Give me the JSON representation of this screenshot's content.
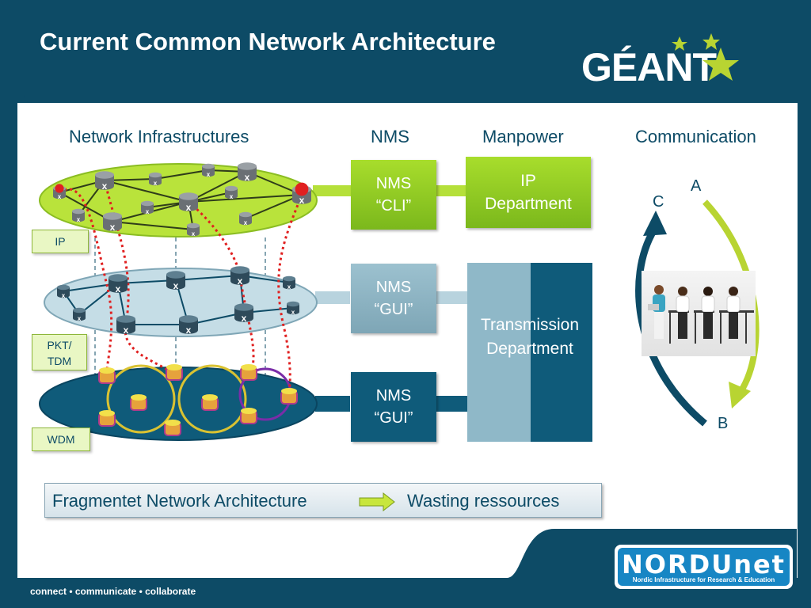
{
  "header": {
    "title": "Current Common Network Architecture",
    "logo_text": "GÉANT"
  },
  "columns": {
    "infra": "Network Infrastructures",
    "nms": "NMS",
    "manpower": "Manpower",
    "communication": "Communication"
  },
  "layers": {
    "ip": "IP",
    "pkt_line1": "PKT/",
    "pkt_line2": "TDM",
    "wdm": "WDM"
  },
  "nms": {
    "cli_line1": "NMS",
    "cli_line2": "“CLI”",
    "gui1_line1": "NMS",
    "gui1_line2": "“GUI”",
    "gui2_line1": "NMS",
    "gui2_line2": "“GUI”"
  },
  "manpower": {
    "ip_line1": "IP",
    "ip_line2": "Department",
    "trans_line1": "Transmission",
    "trans_line2": "Department"
  },
  "communication": {
    "a": "A",
    "b": "B",
    "c": "C"
  },
  "bottom": {
    "left": "Fragmentet Network Architecture",
    "right": "Wasting ressources"
  },
  "footer": {
    "tagline": "connect • communicate • collaborate",
    "nordunet_name": "NORDUnet",
    "nordunet_sub": "Nordic Infrastructure for Research & Education"
  },
  "node_marker": "x",
  "colors": {
    "background": "#0d4b66",
    "ip_green": "#9dd42a",
    "pkt_blue": "#8fb8c8",
    "wdm_blue": "#0f5b7a",
    "accent_green": "#c8e63c",
    "nordunet_blue": "#1786c4"
  }
}
